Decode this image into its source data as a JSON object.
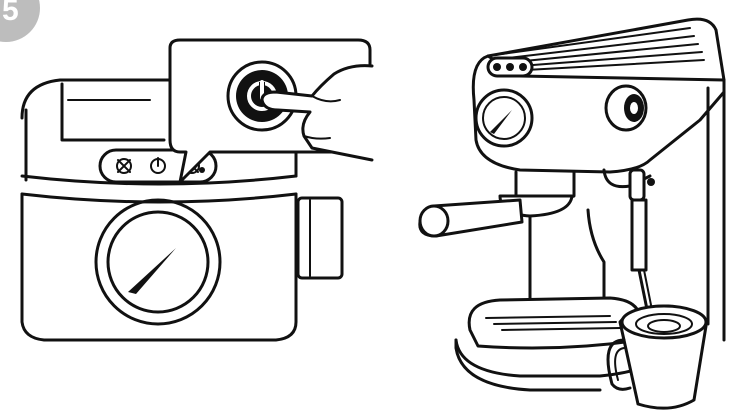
{
  "step_badge": {
    "number": "5"
  },
  "panels": [
    {
      "name": "power-button-closeup",
      "icons": [
        "power-icon",
        "hand-pointing-icon",
        "pressure-gauge-icon",
        "control-knob-icon"
      ]
    },
    {
      "name": "espresso-machine-steaming",
      "icons": [
        "espresso-machine-icon",
        "portafilter-icon",
        "steam-wand-icon",
        "milk-pitcher-icon",
        "pressure-gauge-icon"
      ]
    }
  ],
  "colors": {
    "ink": "#111111",
    "badge": "#bdbdbd",
    "background": "#ffffff"
  }
}
